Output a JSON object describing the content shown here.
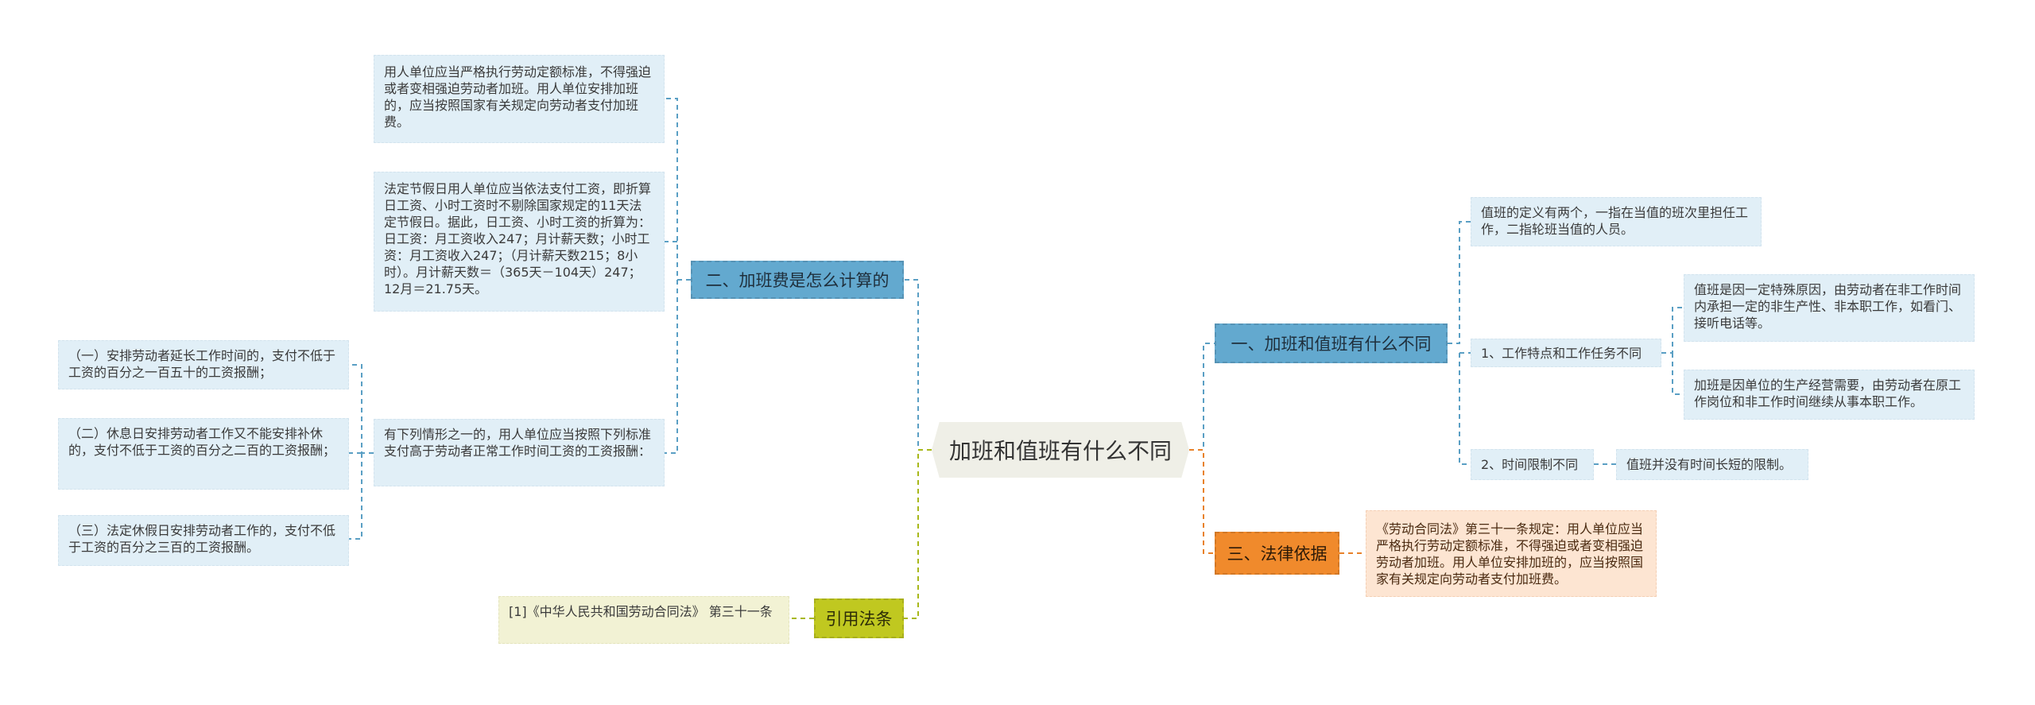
{
  "center": "加班和值班有什么不同",
  "branches": {
    "one": {
      "title": "一、加班和值班有什么不同",
      "definition": "值班的定义有两个，一指在当值的班次里担任工作，二指轮班当值的人员。",
      "sub1": {
        "title": "1、工作特点和工作任务不同",
        "notes": [
          "值班是因一定特殊原因，由劳动者在非工作时间内承担一定的非生产性、非本职工作，如看门、接听电话等。",
          "加班是因单位的生产经营需要，由劳动者在原工作岗位和非工作时间继续从事本职工作。"
        ]
      },
      "sub2": {
        "title": "2、时间限制不同",
        "note": "值班并没有时间长短的限制。"
      }
    },
    "two": {
      "title": "二、加班费是怎么计算的",
      "notes": [
        "用人单位应当严格执行劳动定额标准，不得强迫或者变相强迫劳动者加班。用人单位安排加班的，应当按照国家有关规定向劳动者支付加班费。",
        "法定节假日用人单位应当依法支付工资，即折算日工资、小时工资时不剔除国家规定的11天法定节假日。据此，日工资、小时工资的折算为：日工资：月工资收入247；月计薪天数；小时工资：月工资收入247；（月计薪天数215；8小时）。月计薪天数＝（365天－104天）247；12月＝21.75天。",
        "有下列情形之一的，用人单位应当按照下列标准支付高于劳动者正常工作时间工资的工资报酬："
      ],
      "subnotes": [
        "（一）安排劳动者延长工作时间的，支付不低于工资的百分之一百五十的工资报酬；",
        "（二）休息日安排劳动者工作又不能安排补休的，支付不低于工资的百分之二百的工资报酬；",
        "（三）法定休假日安排劳动者工作的，支付不低于工资的百分之三百的工资报酬。"
      ]
    },
    "three": {
      "title": "三、法律依据",
      "note": "《劳动合同法》第三十一条规定：用人单位应当严格执行劳动定额标准，不得强迫或者变相强迫劳动者加班。用人单位安排加班的，应当按照国家有关规定向劳动者支付加班费。"
    },
    "cite": {
      "title": "引用法条",
      "note": "[1]《中华人民共和国劳动合同法》 第三十一条"
    }
  },
  "colors": {
    "blue": "#63a9cf",
    "orange": "#f08a2c",
    "olive": "#c0c820",
    "line_blue": "#5a9fc4"
  }
}
